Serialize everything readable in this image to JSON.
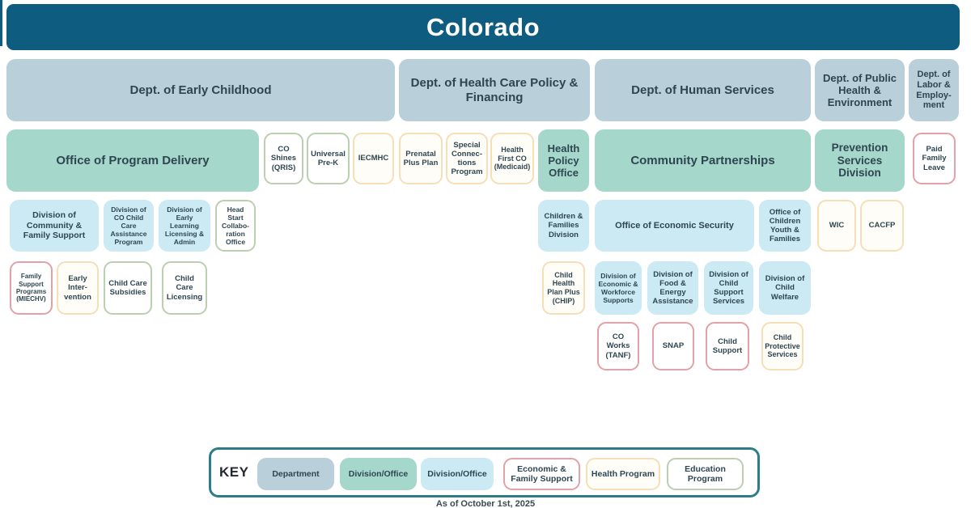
{
  "title": "Colorado",
  "departments": [
    {
      "label": "Dept. of Early Childhood"
    },
    {
      "label": "Dept. of Health Care Policy & Financing"
    },
    {
      "label": "Dept. of Human Services"
    },
    {
      "label": "Dept. of Public Health & Environment"
    },
    {
      "label": "Dept. of Labor & Employ-ment"
    }
  ],
  "offices": [
    {
      "label": "Office of Program Delivery"
    },
    {
      "label": "CO Shines (QRIS)"
    },
    {
      "label": "Universal Pre-K"
    },
    {
      "label": "IECMHC"
    },
    {
      "label": "Prenatal Plus Plan"
    },
    {
      "label": "Special Connec-tions Program"
    },
    {
      "label": "Health First CO (Medicaid)"
    },
    {
      "label": "Health Policy Office"
    },
    {
      "label": "Community Partnerships"
    },
    {
      "label": "Prevention Services Division"
    },
    {
      "label": "Paid Family Leave"
    }
  ],
  "divisions": [
    {
      "label": "Division of Community & Family Support"
    },
    {
      "label": "Division of CO Child Care Assistance Program"
    },
    {
      "label": "Division of Early Learning Licensing & Admin"
    },
    {
      "label": "Head Start Collabo-ration Office"
    },
    {
      "label": "Children & Families Division"
    },
    {
      "label": "Office of Economic Security"
    },
    {
      "label": "Office of Children Youth & Families"
    },
    {
      "label": "WIC"
    },
    {
      "label": "CACFP"
    }
  ],
  "programs": [
    {
      "label": "Family Support Programs (MIECHV)"
    },
    {
      "label": "Early Inter-vention"
    },
    {
      "label": "Child Care Subsidies"
    },
    {
      "label": "Child Care Licensing"
    },
    {
      "label": "Child Health Plan Plus (CHIP)"
    },
    {
      "label": "Division of Economic & Workforce Supports"
    },
    {
      "label": "Division of Food & Energy Assistance"
    },
    {
      "label": "Division of Child Support Services"
    },
    {
      "label": "Division of Child Welfare"
    }
  ],
  "subprograms": [
    {
      "label": "CO Works (TANF)"
    },
    {
      "label": "SNAP"
    },
    {
      "label": "Child Support"
    },
    {
      "label": "Child Protective Services"
    }
  ],
  "key": {
    "label": "KEY",
    "items": [
      {
        "label": "Department",
        "type": "department"
      },
      {
        "label": "Division/Office",
        "type": "division-office-green"
      },
      {
        "label": "Division/Office",
        "type": "division-office-blue"
      },
      {
        "label": "Economic & Family Support",
        "type": "economic-family-support"
      },
      {
        "label": "Health Program",
        "type": "health-program"
      },
      {
        "label": "Education Program",
        "type": "education-program"
      }
    ]
  },
  "footnote": "As of October 1st, 2025",
  "colors": {
    "banner": "#0e5c80",
    "department": "#b9cfda",
    "division_office_green": "#a6d7cb",
    "division_office_blue": "#cbeaf3",
    "education_border": "#bccfb0",
    "health_border": "#f6deb7",
    "economic_border": "#e2a1a6",
    "key_border": "#2c7d85",
    "text": "#2e4651"
  }
}
